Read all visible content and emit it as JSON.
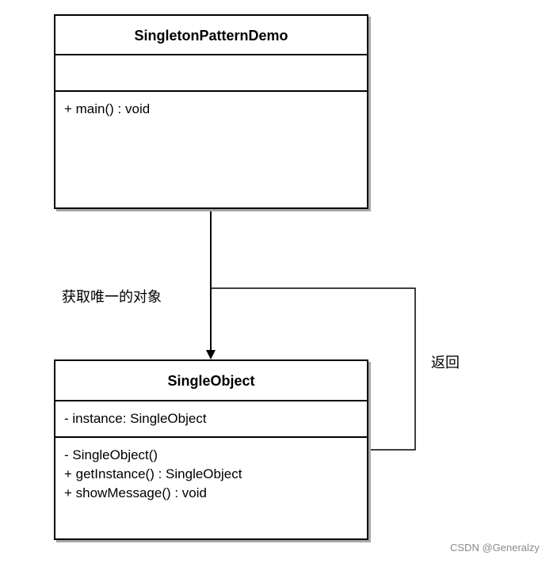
{
  "classes": {
    "demo": {
      "name": "SingletonPatternDemo",
      "operations": [
        "+ main() : void"
      ]
    },
    "single": {
      "name": "SingleObject",
      "attribute": "- instance: SingleObject",
      "operations": [
        "- SingleObject()",
        "+ getInstance() : SingleObject",
        "+ showMessage() : void"
      ]
    }
  },
  "edges": {
    "get_label": "获取唯一的对象",
    "return_label": "返回"
  },
  "watermark": "CSDN @Generalzy"
}
